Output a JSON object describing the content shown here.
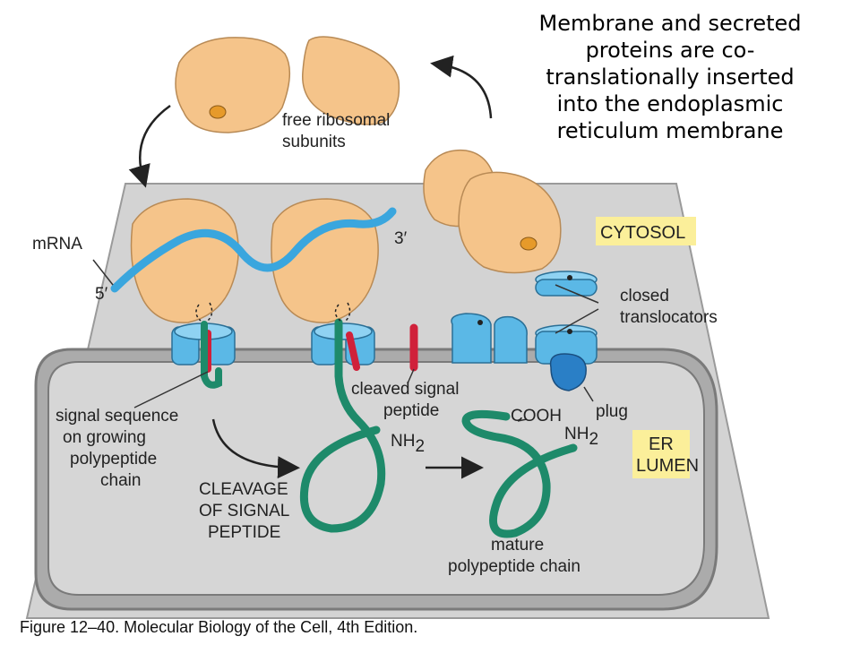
{
  "title_lines": [
    "Membrane and secreted",
    "proteins are co-",
    "translationally inserted",
    "into the endoplasmic",
    "reticulum membrane"
  ],
  "labels": {
    "free_ribosomal_subunits": [
      "free ribosomal",
      "subunits"
    ],
    "mrna": "mRNA",
    "five_prime": "5′",
    "three_prime": "3′",
    "cytosol": "CYTOSOL",
    "closed_translocators": [
      "closed",
      "translocators"
    ],
    "plug": "plug",
    "cleaved_signal_peptide": [
      "cleaved signal",
      "peptide"
    ],
    "cooh": "COOH",
    "nh2_left": "NH",
    "nh2_right": "NH",
    "subscript_two": "2",
    "er_lumen": [
      "ER",
      "LUMEN"
    ],
    "signal_sequence": [
      "signal sequence",
      "on growing",
      "polypeptide",
      "chain"
    ],
    "cleavage": [
      "CLEAVAGE",
      "OF SIGNAL",
      "PEPTIDE"
    ],
    "mature": [
      "mature",
      "polypeptide chain"
    ]
  },
  "caption": "Figure 12–40. Molecular Biology of the Cell, 4th Edition.",
  "colors": {
    "ribosome": "#f5c48a",
    "cytosol_panel": "#d3d3d3",
    "translocator": "#5bb8e6",
    "polypeptide": "#1e8a6a",
    "signal_peptide": "#d0213a",
    "mrna": "#3aa6de",
    "label_box": "#fbef9a",
    "membrane": "#7a7a7a"
  }
}
